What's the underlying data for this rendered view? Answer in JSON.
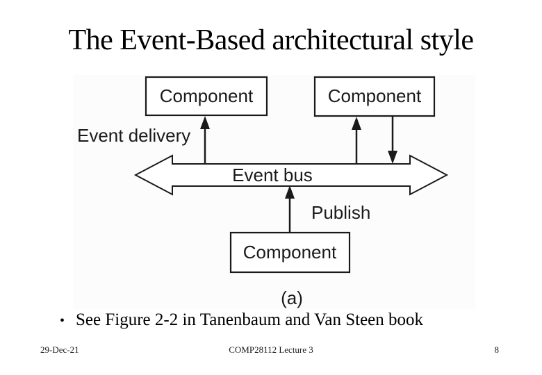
{
  "slide": {
    "title": "The Event-Based architectural style",
    "bullet_marker": "•",
    "bullet_text": "See Figure 2-2 in Tanenbaum and Van Steen book"
  },
  "diagram": {
    "component_top_left": "Component",
    "component_top_right": "Component",
    "component_bottom": "Component",
    "event_delivery_label": "Event delivery",
    "event_bus_label": "Event bus",
    "publish_label": "Publish",
    "caption": "(a)",
    "ink_color": "#1a1a1a",
    "figure_background": "#fcfcfc"
  },
  "footer": {
    "date": "29-Dec-21",
    "course": "COMP28112 Lecture 3",
    "page_number": "8"
  }
}
